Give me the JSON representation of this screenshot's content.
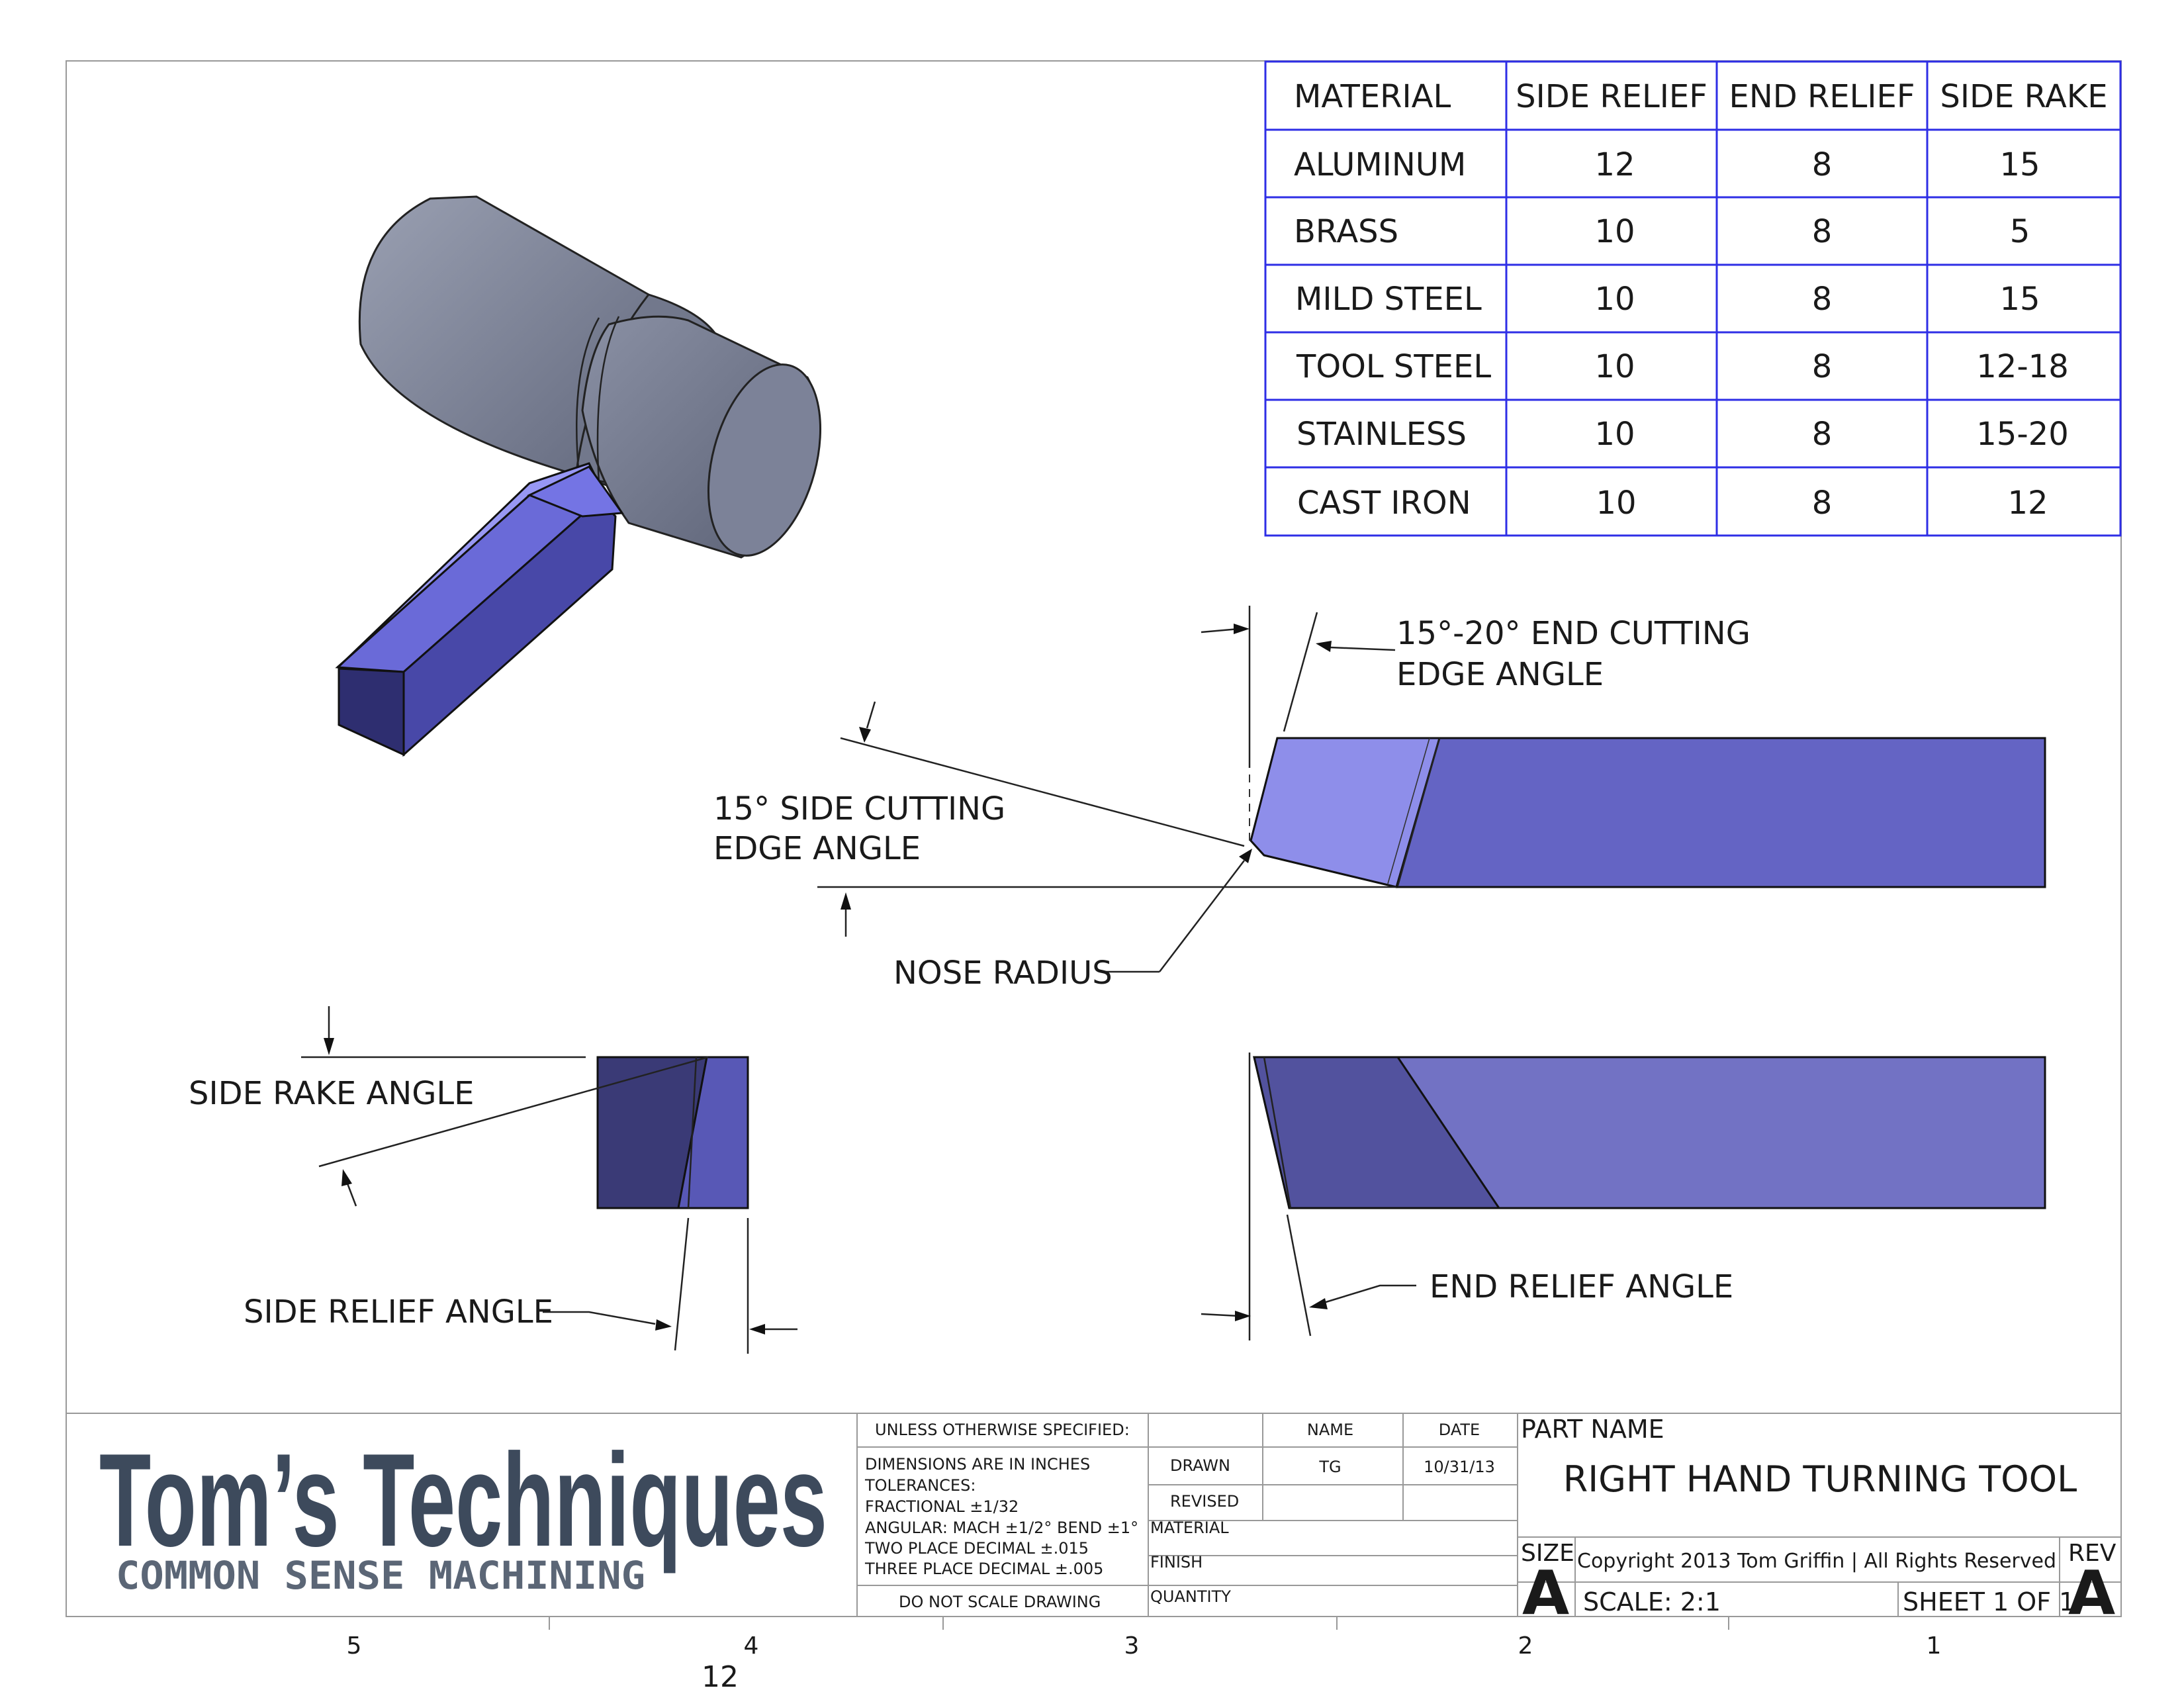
{
  "colors": {
    "table_border": "#2e2ee6",
    "tool_light": "#9a9af2",
    "tool_mid": "#6464c4",
    "tool_dark": "#3c3c7c",
    "workpiece": "#7a8096",
    "logo": "#3d4a5c"
  },
  "material_table": {
    "headers": [
      "MATERIAL",
      "SIDE RELIEF",
      "END RELIEF",
      "SIDE RAKE"
    ],
    "rows": [
      [
        "ALUMINUM",
        "12",
        "8",
        "15"
      ],
      [
        "BRASS",
        "10",
        "8",
        "5"
      ],
      [
        "MILD STEEL",
        "10",
        "8",
        "15"
      ],
      [
        "TOOL STEEL",
        "10",
        "8",
        "12-18"
      ],
      [
        "STAINLESS",
        "10",
        "8",
        "15-20"
      ],
      [
        "CAST IRON",
        "10",
        "8",
        "12"
      ]
    ]
  },
  "annotations": {
    "end_cutting_1": "15°-20° END CUTTING",
    "end_cutting_2": "EDGE ANGLE",
    "side_cutting_1": "15° SIDE CUTTING",
    "side_cutting_2": "EDGE ANGLE",
    "nose_radius": "NOSE RADIUS",
    "side_rake": "SIDE RAKE ANGLE",
    "side_relief": "SIDE RELIEF ANGLE",
    "end_relief": "END RELIEF ANGLE"
  },
  "title_block": {
    "logo_main": "Tom’s Techniques",
    "logo_sub": "COMMON SENSE MACHINING",
    "unless": "UNLESS OTHERWISE SPECIFIED:",
    "dims": "DIMENSIONS ARE IN INCHES",
    "tolerances": "TOLERANCES:",
    "fractional": "FRACTIONAL ±1/32",
    "angular": "ANGULAR: MACH ±1/2°   BEND  ±1°",
    "two_place": "TWO PLACE DECIMAL    ±.015",
    "three_place": "THREE PLACE DECIMAL  ±.005",
    "do_not_scale": "DO NOT SCALE DRAWING",
    "name_hdr": "NAME",
    "date_hdr": "DATE",
    "drawn": "DRAWN",
    "drawn_name": "TG",
    "drawn_date": "10/31/13",
    "revised": "REVISED",
    "material": "MATERIAL",
    "finish": "FINISH",
    "quantity": "QUANTITY",
    "part_name_label": "PART NAME",
    "part_name": "RIGHT HAND TURNING TOOL",
    "size_label": "SIZE",
    "size": "A",
    "copyright": "Copyright 2013 Tom Griffin  |  All Rights Reserved",
    "scale": "SCALE: 2:1",
    "sheet": "SHEET 1 OF 1",
    "rev_label": "REV",
    "rev": "A"
  },
  "zones": [
    "5",
    "4",
    "3",
    "2",
    "1"
  ],
  "extra_mark": "12"
}
